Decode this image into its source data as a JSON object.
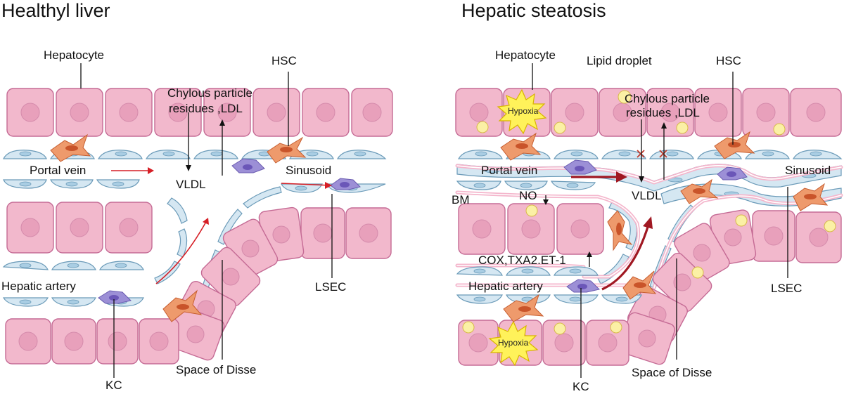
{
  "left_panel": {
    "title": "Healthyl liver",
    "labels": {
      "hepatocyte": "Hepatocyte",
      "hsc": "HSC",
      "chylous_line1": "Chylous particle",
      "chylous_line2": "residues ,LDL",
      "portal_vein": "Portal vein",
      "vldl": "VLDL",
      "sinusoid": "Sinusoid",
      "hepatic_artery": "Hepatic artery",
      "lsec": "LSEC",
      "kc": "KC",
      "space_of_disse": "Space of Disse"
    }
  },
  "right_panel": {
    "title": "Hepatic steatosis",
    "labels": {
      "hepatocyte": "Hepatocyte",
      "lipid_droplet": "Lipid droplet",
      "hsc": "HSC",
      "chylous_line1": "Chylous particle",
      "chylous_line2": "residues ,LDL",
      "hypoxia_top": "Hypoxia",
      "hypoxia_bottom": "Hypoxia",
      "portal_vein": "Portal vein",
      "vldl": "VLDL",
      "sinusoid": "Sinusoid",
      "bm": "BM",
      "no": "NO",
      "cox": "COX,TXA2.ET-1",
      "hepatic_artery": "Hepatic artery",
      "lsec": "LSEC",
      "kc": "KC",
      "space_of_disse": "Space of Disse"
    }
  },
  "colors": {
    "hepatocyte": "#f2b8cc",
    "endothelium": "#d5e7f2",
    "hsc": "#ee9a6c",
    "kupffer_cell": "#9c8fd6",
    "lipid_droplet": "#fbf0a5",
    "hypoxia": "#fff25a",
    "flow_arrow": "#d61f26"
  }
}
